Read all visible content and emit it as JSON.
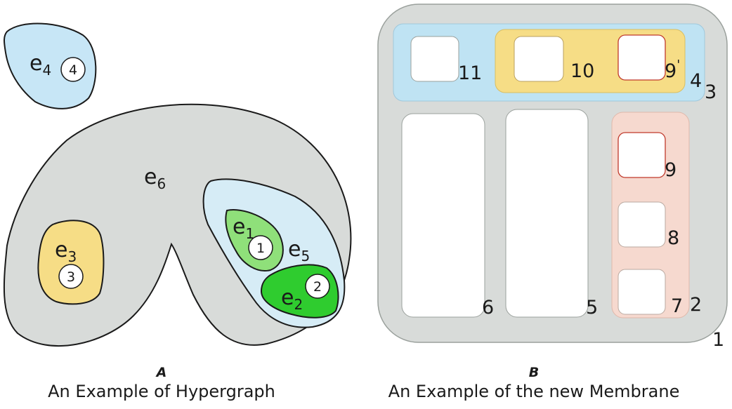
{
  "panel_a": {
    "letter": "A",
    "caption": "An Example of Hypergraph",
    "edges": {
      "e1": {
        "base": "e",
        "sub": "1",
        "fill": "#8fe07a"
      },
      "e2": {
        "base": "e",
        "sub": "2",
        "fill": "#2fcc2f"
      },
      "e3": {
        "base": "e",
        "sub": "3",
        "fill": "#f6dd86"
      },
      "e4": {
        "base": "e",
        "sub": "4",
        "fill": "#c7e6f6"
      },
      "e5": {
        "base": "e",
        "sub": "5",
        "fill": "#d6ecf6"
      },
      "e6": {
        "base": "e",
        "sub": "6",
        "fill": "#d8dbd9"
      }
    },
    "vertices": {
      "v1": "1",
      "v2": "2",
      "v3": "3",
      "v4": "4"
    }
  },
  "panel_b": {
    "letter": "B",
    "caption": "An Example of the new Membrane",
    "membranes": {
      "m1": {
        "label": "1",
        "fill": "#d8dbd9"
      },
      "m2": {
        "label": "2",
        "fill": "#f6d9cf"
      },
      "m3": {
        "label": "3"
      },
      "m4": {
        "label": "4",
        "fill": "#bfe3f3"
      },
      "m5": {
        "label": "5"
      },
      "m6": {
        "label": "6"
      },
      "m7": {
        "label": "7"
      },
      "m8": {
        "label": "8"
      },
      "m9": {
        "label": "9"
      },
      "m9p": {
        "base": "9",
        "prime": "'"
      },
      "m10": {
        "label": "10",
        "fill": "#f6dd86"
      },
      "m11": {
        "label": "11"
      }
    }
  }
}
